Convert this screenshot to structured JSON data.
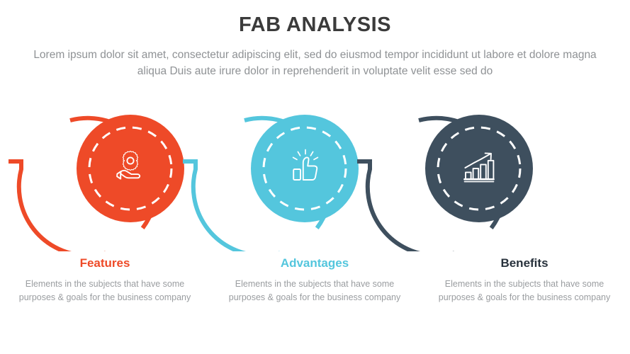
{
  "header": {
    "title": "FAB ANALYSIS",
    "subtitle": "Lorem ipsum dolor sit amet, consectetur adipiscing elit, sed do eiusmod tempor incididunt ut labore et dolore magna aliqua Duis aute irure dolor in reprehenderit in voluptate velit esse sed do"
  },
  "colors": {
    "orange": "#ee4a28",
    "teal": "#54c6dd",
    "slate": "#3e4f5e",
    "title_gray": "#3b3b3b",
    "body_gray": "#9a9da0",
    "background": "#ffffff"
  },
  "steps": [
    {
      "id": "features",
      "label": "Features",
      "description": "Elements in the subjects that have  some purposes & goals for the  business company",
      "color": "#ee4a28",
      "icon": "gear-in-hand-icon"
    },
    {
      "id": "advantages",
      "label": "Advantages",
      "description": "Elements in the subjects that have  some purposes & goals for the  business company",
      "color": "#54c6dd",
      "icon": "thumbs-up-sparkle-icon"
    },
    {
      "id": "benefits",
      "label": "Benefits",
      "description": "Elements in the subjects that have  some purposes & goals for the  business company",
      "color": "#3e4f5e",
      "icon": "growth-bar-chart-icon"
    }
  ]
}
